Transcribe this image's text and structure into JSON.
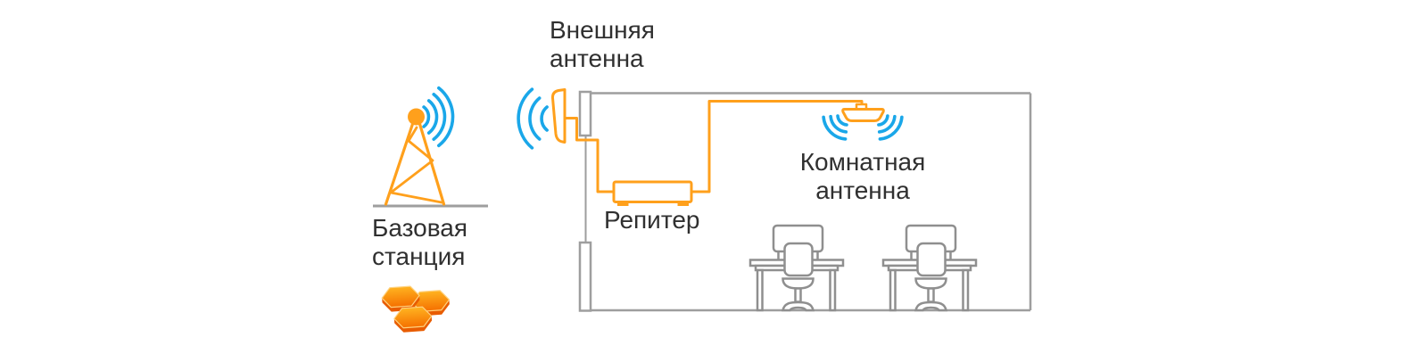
{
  "diagram": {
    "background": "#ffffff",
    "labels": {
      "external_antenna": "Внешняя\nантенна",
      "base_station": "Базовая\nстанция",
      "repeater": "Репитер",
      "indoor_antenna": "Комнатная\nантенна"
    },
    "colors": {
      "orange": "#FFA01C",
      "blue": "#1AA7E9",
      "wall_gray": "#9E9E9E",
      "desk_gray": "#8F8F8F",
      "text": "#303030",
      "hex_top_light": "#FFB320",
      "hex_top_dark": "#F57000",
      "hex_side": "#E85C00"
    },
    "icons": {
      "base_station_tower": "cell-tower-icon",
      "tower_signal": "radio-waves-right-icon",
      "hex_cells": "cellular-hex-cells-icon",
      "external_antenna": "outdoor-panel-antenna-icon",
      "external_signal": "radio-waves-left-icon",
      "cable": "coaxial-cable-line",
      "repeater": "repeater-unit-icon",
      "indoor_antenna": "ceiling-antenna-icon",
      "indoor_signal": "radio-waves-down-icon",
      "room": "office-room-outline",
      "workstation": "desk-with-chair-and-monitor-icon"
    }
  }
}
